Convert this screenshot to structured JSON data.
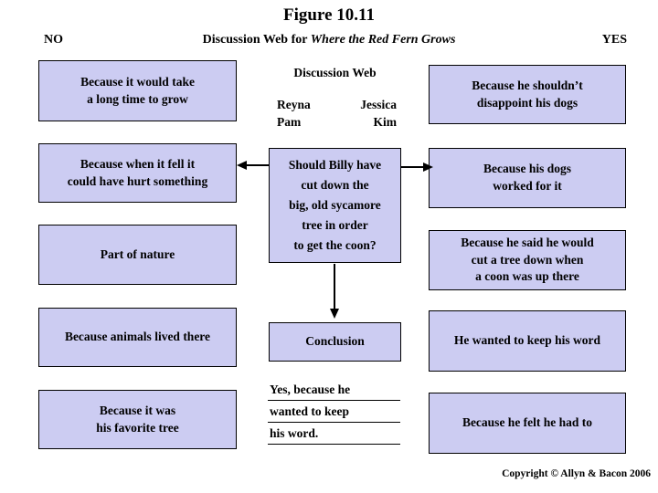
{
  "title": "Figure 10.11",
  "header": {
    "no_label": "NO",
    "subtitle_prefix": "Discussion Web for ",
    "subtitle_book": "Where the Red Fern Grows",
    "yes_label": "YES"
  },
  "center": {
    "heading": "Discussion Web",
    "names": {
      "r1c1": "Reyna",
      "r1c2": "Jessica",
      "r2c1": "Pam",
      "r2c2": "Kim"
    },
    "question": "Should Billy have\ncut down the\nbig, old sycamore\ntree in order\nto get the coon?",
    "conclusion_label": "Conclusion",
    "answer_lines": [
      "Yes, because he",
      "wanted to keep",
      "his word."
    ]
  },
  "no_reasons": [
    "Because it would take\na long time to grow",
    "Because when it fell it\ncould have hurt something",
    "Part of nature",
    "Because animals lived there",
    "Because it was\nhis favorite tree"
  ],
  "yes_reasons": [
    "Because he shouldn’t\ndisappoint his dogs",
    "Because his dogs\nworked for it",
    "Because he said he would\ncut a tree down when\na coon was up there",
    "He wanted to keep his word",
    "Because he felt he had to"
  ],
  "footer": {
    "copyright": "Copyright ©  Allyn & Bacon 2006"
  },
  "colors": {
    "background": "#ffffff",
    "box_fill": "#ccccf2",
    "box_border": "#000000",
    "text": "#000000"
  }
}
